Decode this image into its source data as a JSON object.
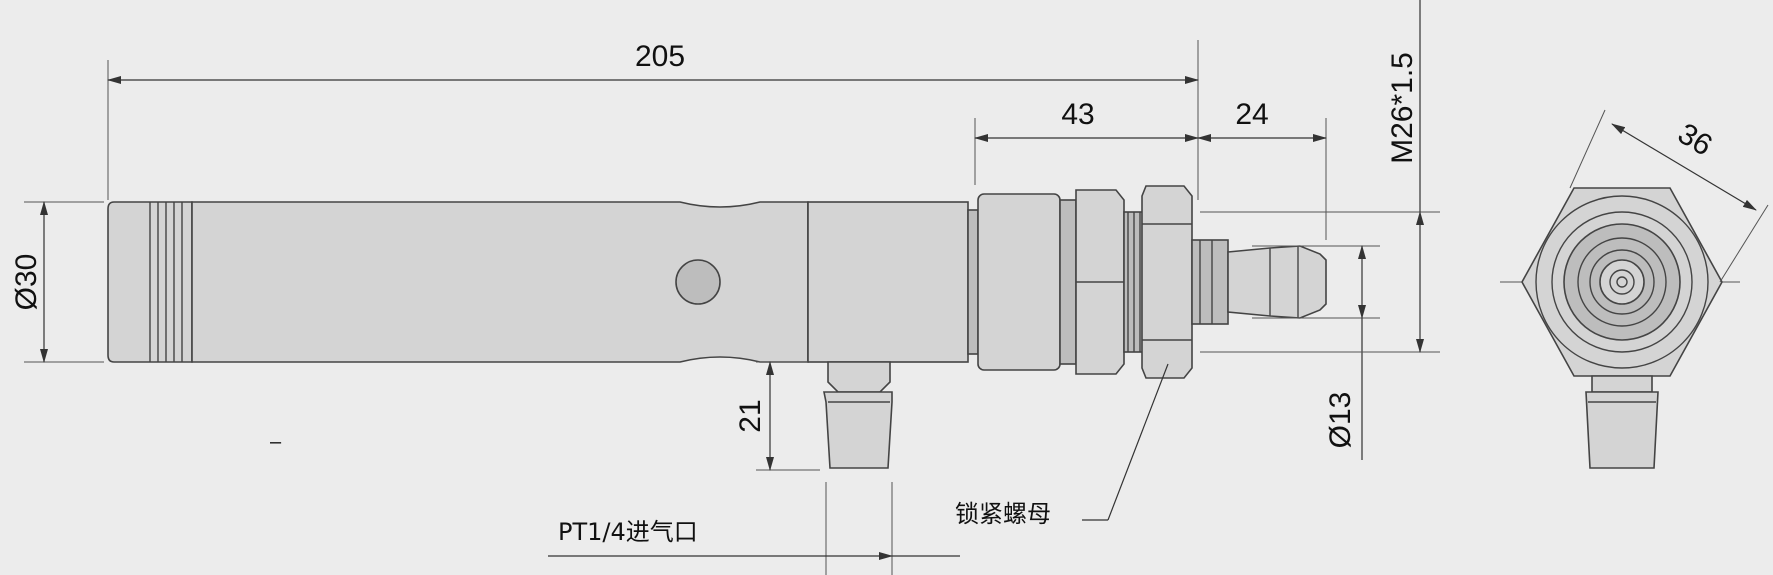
{
  "dimensions": {
    "overall_length": "205",
    "connector_length": "43",
    "fitting_length": "24",
    "body_diameter": "Ø30",
    "inlet_height": "21",
    "hose_diameter": "Ø13",
    "thread": "M26*1.5",
    "hex_size": "36"
  },
  "labels": {
    "inlet": "PT1/4进气口",
    "lock_nut": "锁紧螺母",
    "mark": "–"
  },
  "colors": {
    "background": "#ececec",
    "body": "#d4d4d4",
    "outline": "#444444"
  }
}
